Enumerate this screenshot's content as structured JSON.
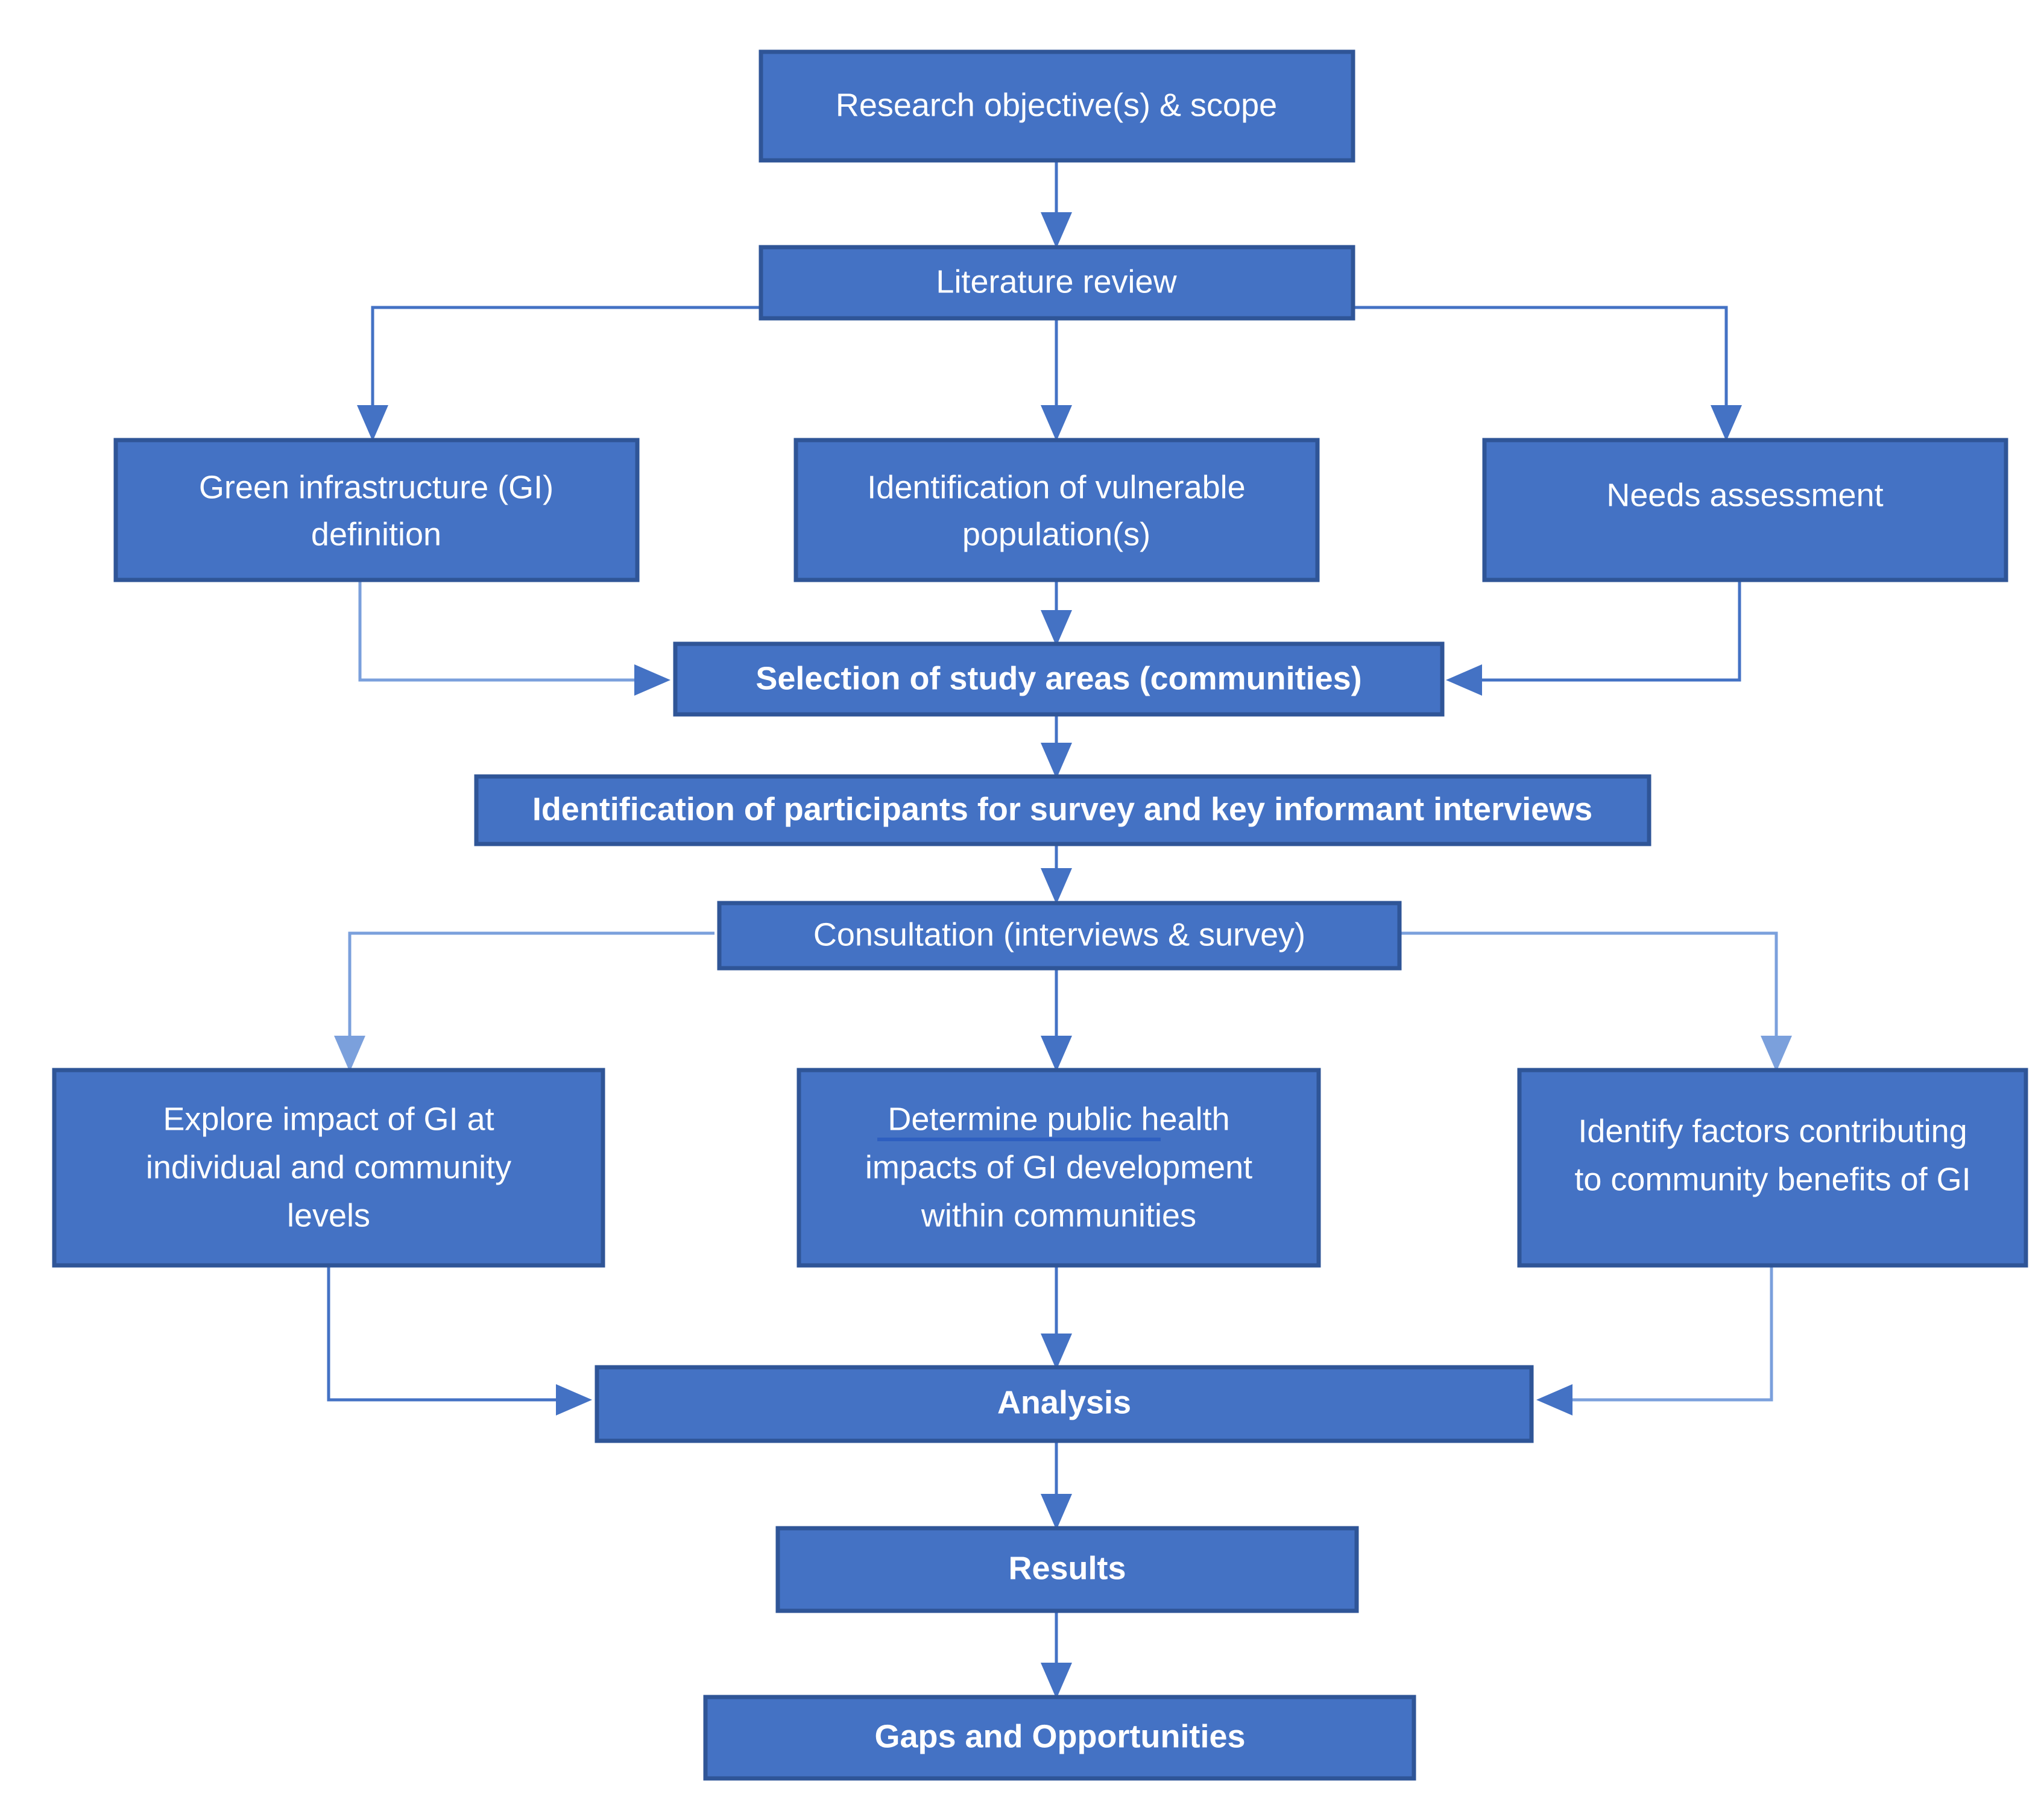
{
  "diagram": {
    "title": "Research methodology flowchart",
    "colors": {
      "node_fill": "#4472C4",
      "node_border": "#2F5597",
      "node_text": "#FFFFFF",
      "connector": "#4472C4",
      "connector_light": "#7BA0DC",
      "background": "#FFFFFF"
    },
    "nodes": [
      {
        "id": "research-objective",
        "label": "Research objective(s) & scope",
        "lines": [
          "Research objective(s) & scope"
        ],
        "bold": false
      },
      {
        "id": "literature-review",
        "label": "Literature review",
        "lines": [
          "Literature review"
        ],
        "bold": false
      },
      {
        "id": "gi-definition",
        "label": "Green infrastructure (GI) definition",
        "lines": [
          "Green infrastructure (GI)",
          "definition"
        ],
        "bold": false
      },
      {
        "id": "vulnerable-population",
        "label": "Identification of vulnerable population(s)",
        "lines": [
          "Identification of vulnerable",
          "population(s)"
        ],
        "bold": false
      },
      {
        "id": "needs-assessment",
        "label": "Needs assessment",
        "lines": [
          "Needs assessment"
        ],
        "bold": false
      },
      {
        "id": "selection-study-areas",
        "label": "Selection of study areas (communities)",
        "lines": [
          "Selection of study areas (communities)"
        ],
        "bold": true
      },
      {
        "id": "identification-participants",
        "label": "Identification of participants for survey and key informant interviews",
        "lines": [
          "Identification of participants for survey and key informant interviews"
        ],
        "bold": true
      },
      {
        "id": "consultation",
        "label": "Consultation (interviews & survey)",
        "lines": [
          "Consultation (interviews & survey)"
        ],
        "bold": false
      },
      {
        "id": "explore-impact",
        "label": "Explore impact of GI at individual and community levels",
        "lines": [
          "Explore impact of GI at",
          "individual and community",
          "levels"
        ],
        "bold": false
      },
      {
        "id": "determine-health",
        "label": "Determine  public health impacts of GI development within communities",
        "lines": [
          "Determine  public health",
          "impacts of GI development",
          "within communities"
        ],
        "bold": false
      },
      {
        "id": "identify-factors",
        "label": "Identify factors contributing to community benefits of GI",
        "lines": [
          "Identify factors contributing",
          "to community benefits of GI"
        ],
        "bold": false
      },
      {
        "id": "analysis",
        "label": "Analysis",
        "lines": [
          "Analysis"
        ],
        "bold": true
      },
      {
        "id": "results",
        "label": "Results",
        "lines": [
          "Results"
        ],
        "bold": true
      },
      {
        "id": "gaps-opportunities",
        "label": "Gaps and Opportunities",
        "lines": [
          "Gaps and Opportunities"
        ],
        "bold": true
      }
    ],
    "edges": [
      {
        "from": "research-objective",
        "to": "literature-review"
      },
      {
        "from": "literature-review",
        "to": "gi-definition"
      },
      {
        "from": "literature-review",
        "to": "vulnerable-population"
      },
      {
        "from": "literature-review",
        "to": "needs-assessment"
      },
      {
        "from": "gi-definition",
        "to": "selection-study-areas"
      },
      {
        "from": "vulnerable-population",
        "to": "selection-study-areas"
      },
      {
        "from": "needs-assessment",
        "to": "selection-study-areas"
      },
      {
        "from": "selection-study-areas",
        "to": "identification-participants"
      },
      {
        "from": "identification-participants",
        "to": "consultation"
      },
      {
        "from": "consultation",
        "to": "explore-impact"
      },
      {
        "from": "consultation",
        "to": "determine-health"
      },
      {
        "from": "consultation",
        "to": "identify-factors"
      },
      {
        "from": "explore-impact",
        "to": "analysis"
      },
      {
        "from": "determine-health",
        "to": "analysis"
      },
      {
        "from": "identify-factors",
        "to": "analysis"
      },
      {
        "from": "analysis",
        "to": "results"
      },
      {
        "from": "results",
        "to": "gaps-opportunities"
      }
    ]
  }
}
